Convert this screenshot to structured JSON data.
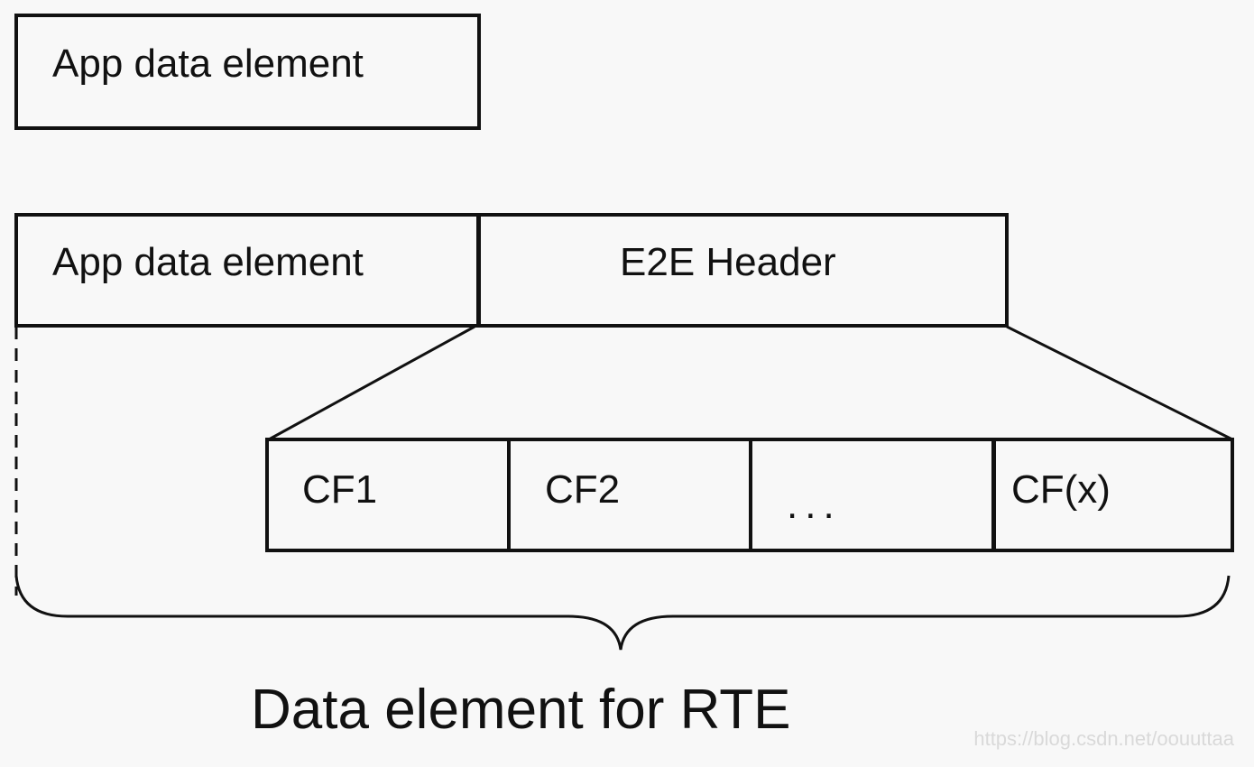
{
  "top_block": {
    "label": "App data element"
  },
  "protected_block": {
    "app_label": "App data element",
    "header_label": "E2E Header"
  },
  "header_fields": [
    {
      "label": "CF1"
    },
    {
      "label": "CF2"
    },
    {
      "label": "..."
    },
    {
      "label": "CF(x)"
    }
  ],
  "caption": "Data element for RTE",
  "watermark": "https://blog.csdn.net/oouuttaa",
  "colors": {
    "stroke": "#111111",
    "background": "#f8f8f8"
  }
}
